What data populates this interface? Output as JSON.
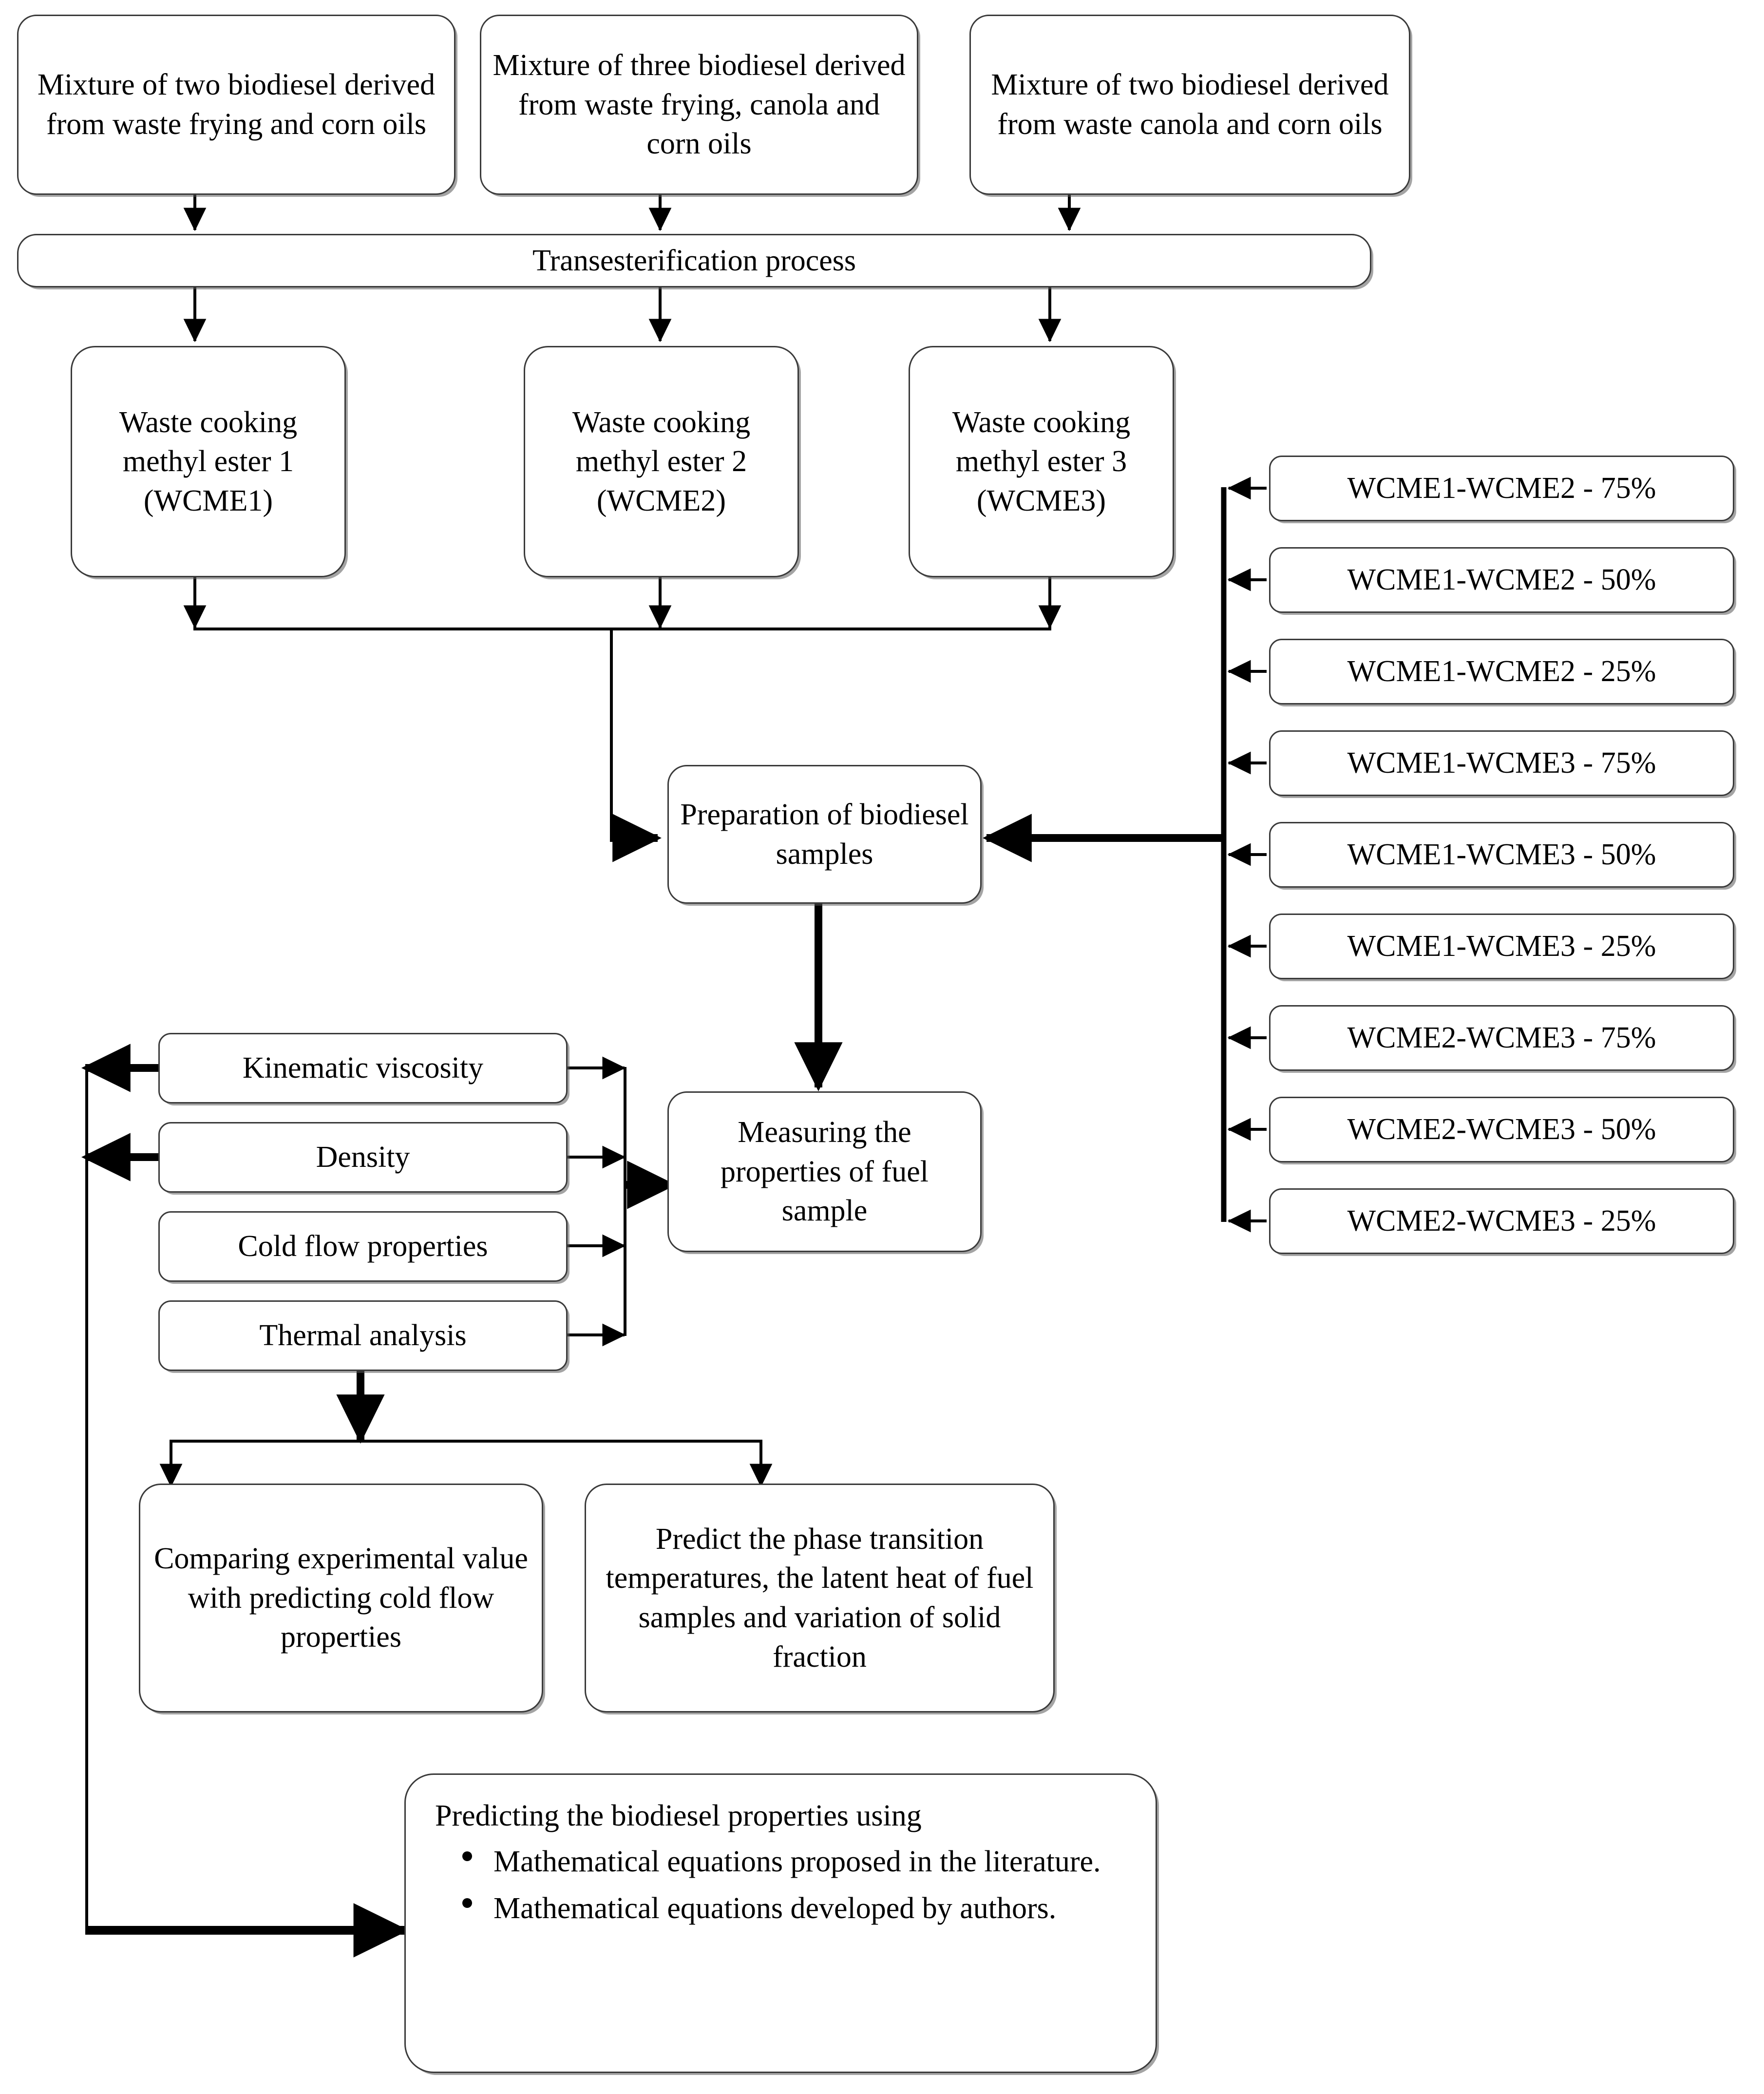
{
  "diagram": {
    "title": "Biodiesel blend preparation and property measurement flowchart",
    "sources": [
      {
        "label": "Mixture of two biodiesel derived from waste frying and corn oils"
      },
      {
        "label": "Mixture of three biodiesel derived from waste frying, canola and corn oils"
      },
      {
        "label": "Mixture of two biodiesel derived from waste canola and corn oils"
      }
    ],
    "process": {
      "label": "Transesterification process"
    },
    "esters": [
      {
        "label": "Waste cooking methyl ester 1 (WCME1)"
      },
      {
        "label": "Waste cooking methyl ester 2 (WCME2)"
      },
      {
        "label": "Waste cooking methyl ester 3 (WCME3)"
      }
    ],
    "preparation": {
      "label": "Preparation of biodiesel samples"
    },
    "measuring": {
      "label": "Measuring the properties of fuel sample"
    },
    "blends": [
      {
        "label": "WCME1-WCME2 - 75%"
      },
      {
        "label": "WCME1-WCME2 - 50%"
      },
      {
        "label": "WCME1-WCME2 - 25%"
      },
      {
        "label": "WCME1-WCME3 - 75%"
      },
      {
        "label": "WCME1-WCME3 - 50%"
      },
      {
        "label": "WCME1-WCME3 - 25%"
      },
      {
        "label": "WCME2-WCME3 - 75%"
      },
      {
        "label": "WCME2-WCME3 - 50%"
      },
      {
        "label": "WCME2-WCME3 - 25%"
      }
    ],
    "properties": [
      {
        "label": "Kinematic viscosity"
      },
      {
        "label": "Density"
      },
      {
        "label": "Cold flow properties"
      },
      {
        "label": "Thermal  analysis"
      }
    ],
    "outcomes": [
      {
        "label": "Comparing experimental value with predicting cold flow properties"
      },
      {
        "label": "Predict the phase transition temperatures, the latent heat of fuel samples and variation of solid fraction"
      }
    ],
    "prediction": {
      "header": "Predicting the biodiesel properties using",
      "bullets": [
        "Mathematical equations proposed in the literature.",
        "Mathematical equations developed by authors."
      ]
    },
    "colors": {
      "stroke": "#3a3a3a",
      "arrow": "#000000",
      "background": "#ffffff"
    }
  }
}
